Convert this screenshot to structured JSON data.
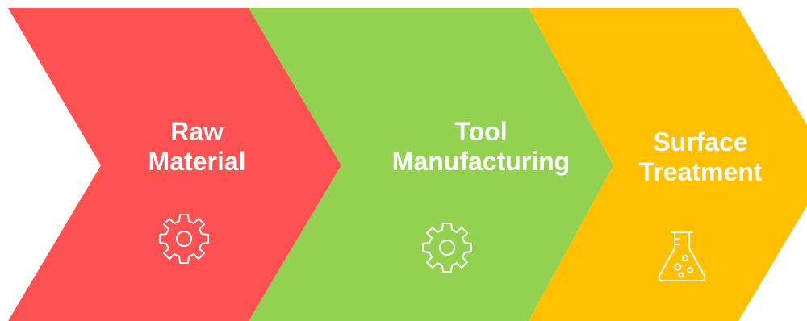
{
  "steps": [
    {
      "line1": "Raw",
      "line2": "Material",
      "color": "#fe5252",
      "icon": "gear-icon"
    },
    {
      "line1": "Tool",
      "line2": "Manufacturing",
      "color": "#93d150",
      "icon": "gear-icon"
    },
    {
      "line1": "Surface",
      "line2": "Treatment",
      "color": "#ffc000",
      "icon": "flask-icon"
    }
  ],
  "text_color": "#ffffff",
  "background": "#ffffff"
}
